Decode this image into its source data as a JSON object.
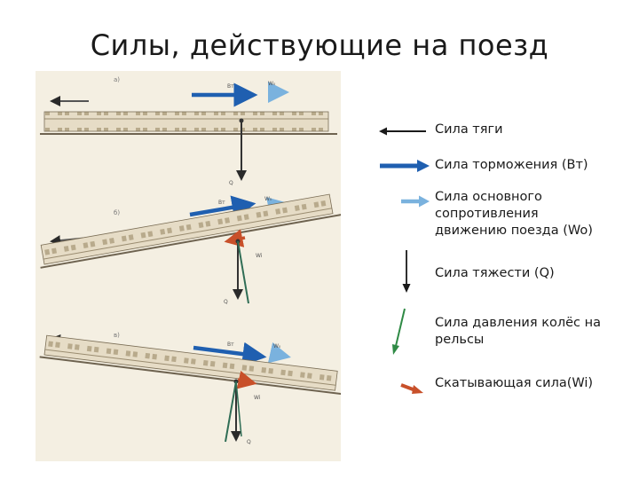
{
  "title": "Силы, действующие на поезд",
  "scan": {
    "panels": [
      {
        "tag": "а)",
        "labels": {
          "b": "Bт",
          "w": "W₀",
          "q": "Q"
        }
      },
      {
        "tag": "б)",
        "labels": {
          "b": "Bт",
          "w": "W₀",
          "wi": "Wi",
          "q": "Q"
        }
      },
      {
        "tag": "в)",
        "labels": {
          "b": "Bт",
          "w": "W₀",
          "wi": "Wi",
          "q": "Q"
        }
      }
    ]
  },
  "legend": [
    {
      "text": "Сила тяги",
      "icon": "black-arrow-left",
      "color": "#1a1a1a"
    },
    {
      "text": "Сила торможения (Вт)",
      "icon": "blue-arrow-right",
      "color": "#1f5fb0"
    },
    {
      "text": "Сила основного сопротивления движению поезда (Wo)",
      "icon": "light-blue-arrow-right",
      "color": "#7ab2de"
    },
    {
      "text": "Сила тяжести (Q)",
      "icon": "black-arrow-down",
      "color": "#1a1a1a"
    },
    {
      "text": "Сила давления колёс на рельсы",
      "icon": "green-arrow-down",
      "color": "#2f8a45"
    },
    {
      "text": "Скатывающая сила(Wi)",
      "icon": "red-arrow-left",
      "color": "#c8502a"
    }
  ]
}
